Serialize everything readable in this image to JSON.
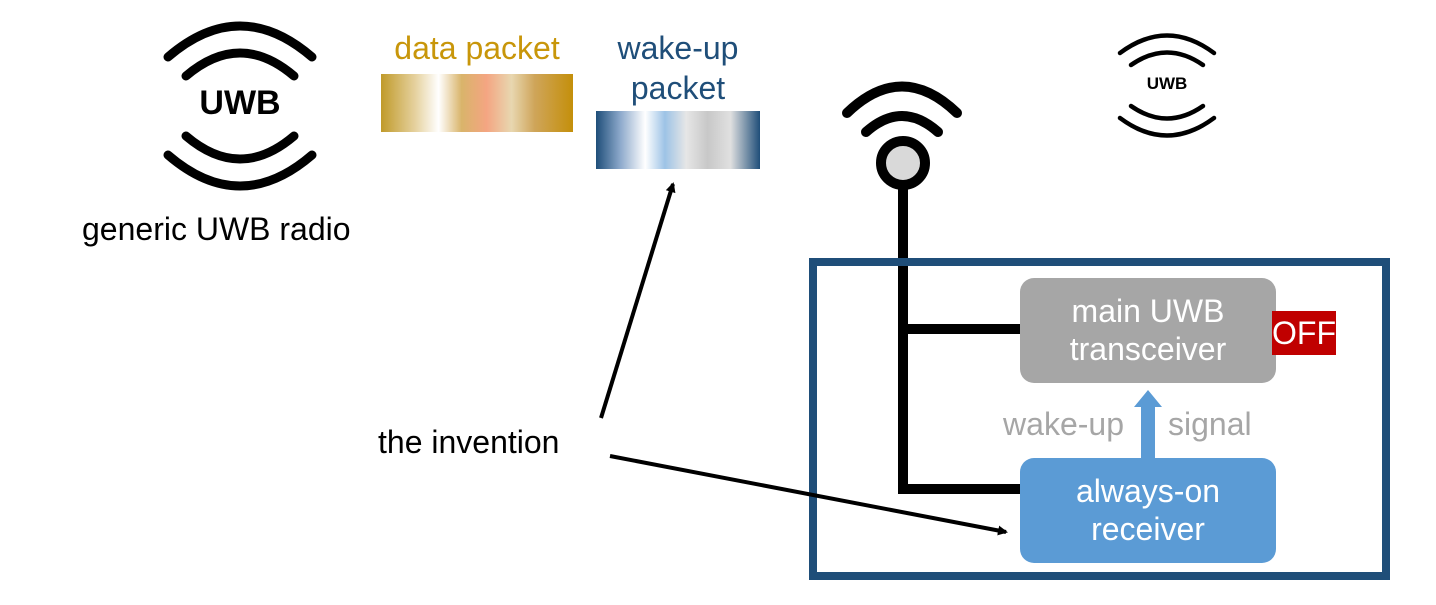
{
  "left_radio": {
    "logo_text": "UWB",
    "caption": "generic UWB radio"
  },
  "packets": {
    "data_packet_label": "data packet",
    "wakeup_packet_label_line1": "wake-up",
    "wakeup_packet_label_line2": "packet"
  },
  "right_radio": {
    "logo_text": "UWB"
  },
  "device": {
    "main_transceiver_line1": "main UWB",
    "main_transceiver_line2": "transceiver",
    "off_badge": "OFF",
    "wakeup_signal_left": "wake-up",
    "wakeup_signal_right": "signal",
    "receiver_line1": "always-on",
    "receiver_line2": "receiver"
  },
  "annotation": {
    "invention_label": "the invention"
  },
  "colors": {
    "data_packet_gold": "#c8960a",
    "wakeup_navy": "#1f4e79",
    "frame_navy": "#1f4e79",
    "main_box_gray": "#a6a6a6",
    "receiver_blue": "#5b9bd5",
    "off_red": "#c00000",
    "muted_text_gray": "#a6a6a6"
  }
}
